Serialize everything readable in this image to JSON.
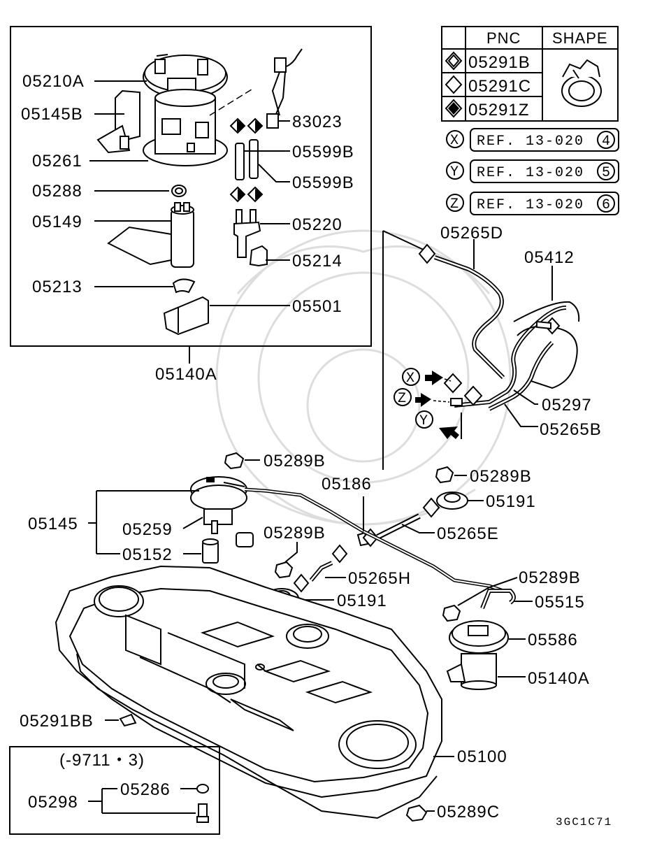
{
  "legend": {
    "headers": [
      "PNC",
      "SHAPE"
    ],
    "rows": [
      "05291B",
      "05291C",
      "05291Z"
    ],
    "symbols": [
      "diamond-half-icon",
      "diamond-outline-icon",
      "diamond-filled-icon"
    ]
  },
  "refs": [
    {
      "key": "X",
      "text": "REF. 13-020",
      "num": "4"
    },
    {
      "key": "Y",
      "text": "REF. 13-020",
      "num": "5"
    },
    {
      "key": "Z",
      "text": "REF. 13-020",
      "num": "6"
    }
  ],
  "labels": {
    "p05210A": "05210A",
    "p05145B": "05145B",
    "p05261": "05261",
    "p05288": "05288",
    "p05149": "05149",
    "p05213": "05213",
    "p83023": "83023",
    "p05599B_1": "05599B",
    "p05599B_2": "05599B",
    "p05220": "05220",
    "p05214": "05214",
    "p05501": "05501",
    "p05140A_top": "05140A",
    "p05265D": "05265D",
    "p05412": "05412",
    "p05297": "05297",
    "p05265B": "05265B",
    "p05289B_1": "05289B",
    "p05289B_2": "05289B",
    "p05289B_3": "05289B",
    "p05289B_4": "05289B",
    "p05186": "05186",
    "p05191_1": "05191",
    "p05191_2": "05191",
    "p05265E": "05265E",
    "p05265H": "05265H",
    "p05145": "05145",
    "p05259": "05259",
    "p05152": "05152",
    "p05515": "05515",
    "p05586": "05586",
    "p05140A_bot": "05140A",
    "p05291BB": "05291BB",
    "p05100": "05100",
    "p05289C": "05289C",
    "p05298": "05298",
    "p05286": "05286",
    "arrowX": "X",
    "arrowZ": "Z",
    "arrowY": "Y"
  },
  "note_box": {
    "period": "(-9711・3)"
  },
  "diagram_code": "3GC1C71"
}
